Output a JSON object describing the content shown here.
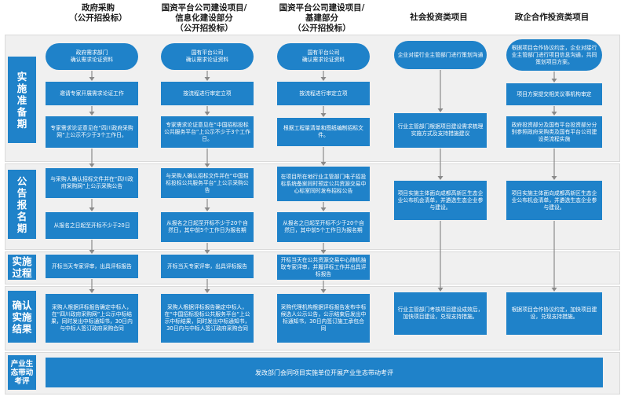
{
  "columns": [
    {
      "name": "政府采购",
      "sub": "（公开招投标）"
    },
    {
      "name": "国资平台公司建设项目/",
      "name2": "信息化建设部分",
      "sub": "（公开招投标）"
    },
    {
      "name": "国资平台公司建设项目/",
      "name2": "基建部分",
      "sub": "（公开招投标）"
    },
    {
      "name": "社会投资类项目"
    },
    {
      "name": "政企合作投资类项目"
    }
  ],
  "phases": {
    "p1": [
      "实",
      "施",
      "准",
      "备",
      "期"
    ],
    "p2": [
      "公",
      "告",
      "报",
      "名",
      "期"
    ],
    "p3": [
      "实施",
      "过程"
    ],
    "p4": [
      "确认",
      "实施",
      "结果"
    ],
    "p5": [
      "产业生",
      "态带动",
      "考评"
    ]
  },
  "boxes": {
    "c1_1a": "政府需求部门",
    "c1_1b": "确认需求论证资料",
    "c1_2": "邀请专家开展需求论证工作",
    "c1_3": "专家需求论证意见在“四川政府采购网”上公示不少于3个工作日。",
    "c1_4": "与采购人确认招标文件并在“四川政府采购网”上公示采购公告",
    "c1_5": "从报名之日起至开标不少于20日",
    "c1_6": "开标当天专家评审，出具评标报告",
    "c1_7": "采购人根据评标报告确定中标人，在“四川政府采购网”上公示中标结果，同时发出中标通知书，30日内与中标人签订政府采购合同",
    "c2_1a": "国有平台公司",
    "c2_1b": "确认需求论证资料",
    "c2_2": "按流程进行审定立项",
    "c2_3": "专家需求论证意见在“中国招标投标公共服务平台”上公示不少于3个工作日。",
    "c2_4": "与采购人确认招标文件并在“中国招标投标公共服务平台”上公示采购公告",
    "c2_5": "从报名之日起至开标不少于20个自然日，其中前5个工作日为报名期",
    "c2_6": "开标当天专家评审，出具评标报告",
    "c2_7": "采购人根据评标报告确定中标人，在“中国招标投标公共服务平台”上公示中标结果，同时发出中标通知书，30日内与中标人签订政府采购合同",
    "c3_1a": "国有平台公司",
    "c3_1b": "确认需求论证资料",
    "c3_2": "按流程进行审定立项",
    "c3_3": "根据工程量清单和图纸编制招标文件。",
    "c3_4": "在项目所在地行业主管部门电子招投标系统备案同时预定公共资源交易中心标室同时发布招标公告",
    "c3_5": "从报名之日起至开标不少于20个自然日，其中前5个工作日为报名期",
    "c3_6": "开标当天在公共资源交易中心随机抽取专家评审，并履评标工作并出具评标报告",
    "c3_7": "采购代理机构根据评标报告发布中标候选人公示公告，公示结束后发出中标通知书，30日内签订施工承包合同",
    "c4_1": "企业对接行业主管部门进行策划沟通",
    "c4_2": "行业主管部门根据项目建设需求梳理实施方式及支持措施建议",
    "c4_3": "项目实施主体面向成都高新区生态企业公布机会清单，并遴选生态企业参与建设。",
    "c4_4": "行业主管部门考核项目建设成效后，加快项目建设，兑现支持措施。",
    "c5_1": "根据项目合作协议约定，企业对接行业主管部门进行项目信息沟通，共同策划项目方案。",
    "c5_2": "项目方案提交相关议事机构审定",
    "c5_3": "政府投资部分及国有平台投资部分分别参照政府采购类及国有平台公司建设类流程实施",
    "c5_4": "项目实施主体面向成都高新区生态企业公布机会清单，并遴选生态企业参与建设。",
    "c5_5": "根据项目合作协议约定，加快项目建设，兑现支持措施。",
    "bottom": "发改部门会同项目实施单位开展产业生态带动考评"
  }
}
